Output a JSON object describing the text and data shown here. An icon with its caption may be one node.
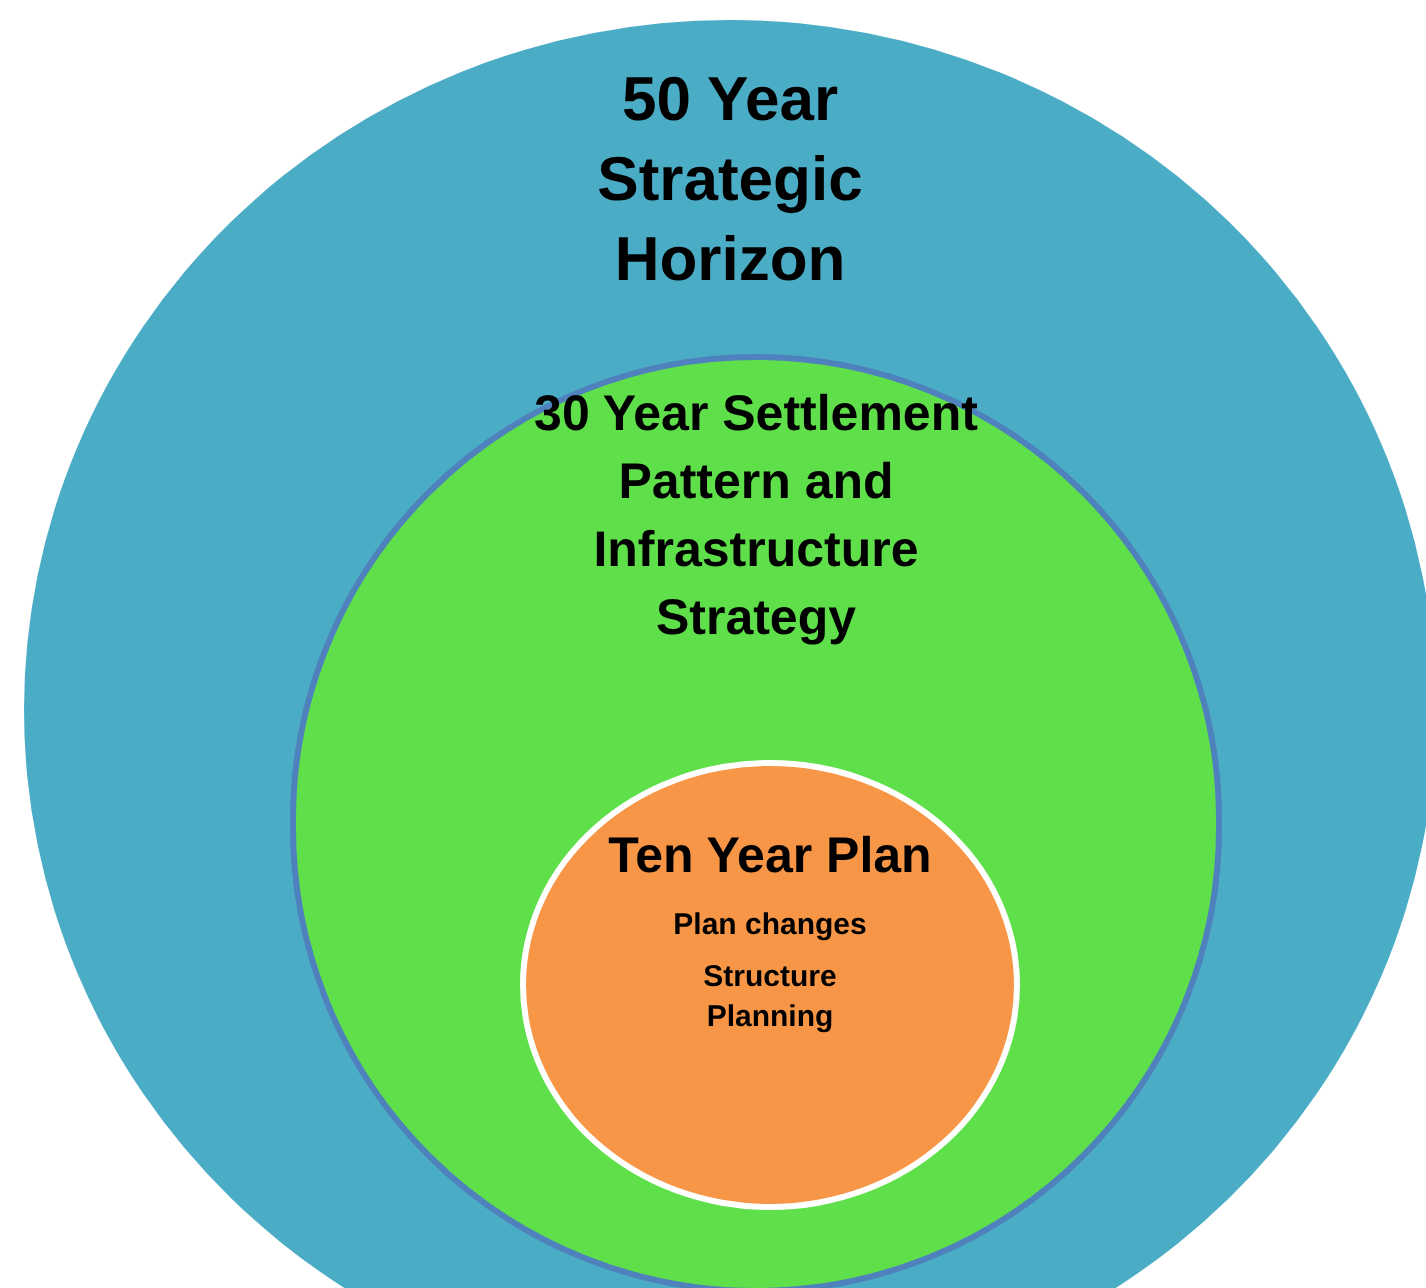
{
  "diagram": {
    "nodes": [
      {
        "text": [
          "50 Year Strategic Horizon"
        ]
      },
      {
        "text": [
          "30 Year Settlement Pattern and Infrastructure Strategy"
        ],
        "in": 0
      },
      {
        "text": [
          "Ten Year Plan",
          "Plan changes",
          "Structure Planning"
        ],
        "in": 1
      }
    ]
  }
}
